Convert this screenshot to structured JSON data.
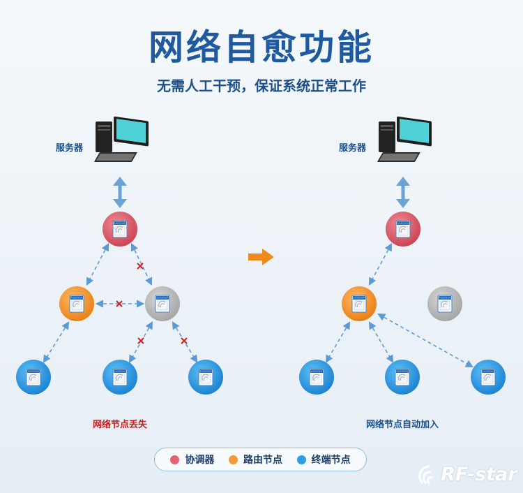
{
  "title": "网络自愈功能",
  "subtitle": "无需人工干预，保证系统正常工作",
  "left": {
    "server_label": "服务器",
    "caption": "网络节点丢失"
  },
  "right": {
    "server_label": "服务器",
    "caption": "网络节点自动加入"
  },
  "legend": {
    "coordinator": "协调器",
    "router": "路由节点",
    "end_device": "终端节点"
  },
  "logo": "RF-star",
  "colors": {
    "coordinator": "#e06472",
    "router": "#f59a3a",
    "end_device": "#2e9ee6",
    "lost": "#b9b9b9",
    "arrow": "#5b9bd5",
    "transition_arrow": "#f08a1c",
    "broken_mark": "#d02020"
  }
}
